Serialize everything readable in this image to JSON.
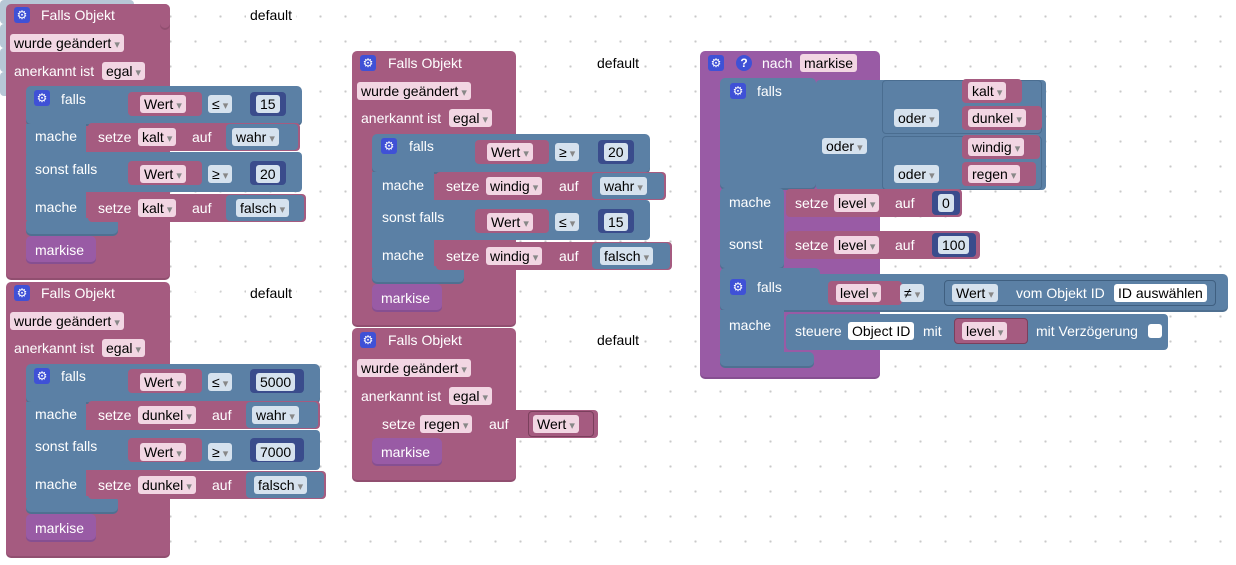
{
  "colors": {
    "trigger": "#a55b80",
    "control": "#5b80a5",
    "procedure": "#995ba5",
    "hat": "#b7c7d6"
  },
  "icons": {
    "gear": "gear-icon",
    "help": "help-icon"
  },
  "common": {
    "falls_objekt": "Falls Objekt",
    "objekt_id": "Objekt ID",
    "default": "default",
    "wurde_geaendert": "wurde geändert",
    "anerkannt_ist": "anerkannt ist",
    "egal": "egal",
    "falls": "falls",
    "mache": "mache",
    "sonst_falls": "sonst falls",
    "sonst": "sonst",
    "setze": "setze",
    "auf": "auf",
    "wert": "Wert",
    "markise": "markise",
    "le": "≤",
    "ge": "≥",
    "ne": "≠",
    "oder": "oder",
    "nach": "nach",
    "level": "level",
    "vom_objekt_id": "vom Objekt ID",
    "id_auswaehlen": "ID auswählen",
    "steuere": "steuere",
    "object_id": "Object ID",
    "mit": "mit",
    "mit_verzoegerung": "mit Verzögerung"
  },
  "b1": {
    "var": "kalt",
    "n1": "15",
    "v1": "wahr",
    "n2": "20",
    "v2": "falsch"
  },
  "b2": {
    "var": "dunkel",
    "n1": "5000",
    "v1": "wahr",
    "n2": "7000",
    "v2": "falsch"
  },
  "b3": {
    "var": "windig",
    "n1": "20",
    "v1": "wahr",
    "n2": "15",
    "v2": "falsch"
  },
  "b4": {
    "var": "regen"
  },
  "proc": {
    "o1": "kalt",
    "o2": "dunkel",
    "o3": "windig",
    "o4": "regen",
    "l1": "0",
    "l2": "100"
  }
}
